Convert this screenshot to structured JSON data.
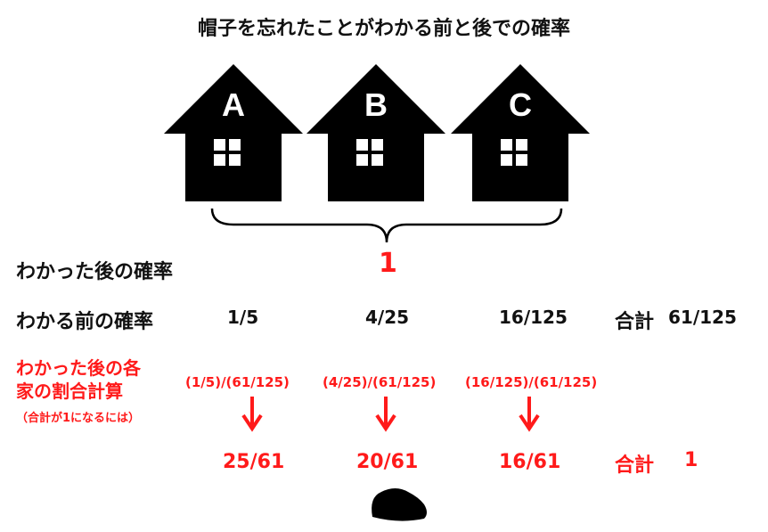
{
  "title": "帽子を忘れたことがわかる前と後での確率",
  "houses": [
    "A",
    "B",
    "C"
  ],
  "after_label": "わかった後の確率",
  "after_value": "1",
  "before_label": "わかる前の確率",
  "before_values": [
    "1/5",
    "4/25",
    "16/125"
  ],
  "before_total_label": "合計",
  "before_total_value": "61/125",
  "calc_label_line1": "わかった後の各",
  "calc_label_line2": "家の割合計算",
  "calc_note": "（合計が1になるには）",
  "calc_expressions": [
    "(1/5)/(61/125)",
    "(4/25)/(61/125)",
    "(16/125)/(61/125)"
  ],
  "results": [
    "25/61",
    "20/61",
    "16/61"
  ],
  "result_total_label": "合計",
  "result_total_value": "1",
  "colors": {
    "red": "#ff1a1a",
    "black": "#000000"
  }
}
